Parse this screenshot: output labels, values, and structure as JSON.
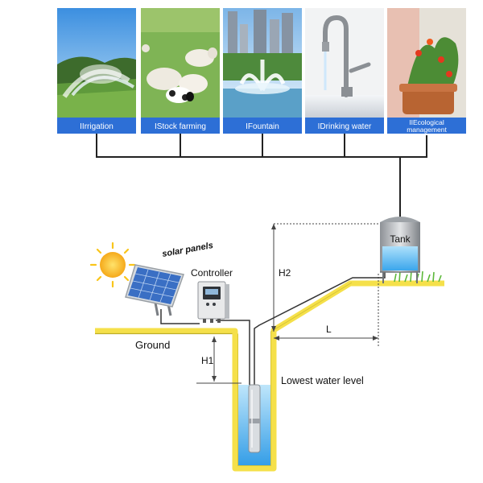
{
  "applications": [
    {
      "label": "IIrrigation"
    },
    {
      "label": "IStock farming"
    },
    {
      "label": "IFountain"
    },
    {
      "label": "IDrinking water"
    },
    {
      "label_line1": "IIEcological",
      "label_line2": "management"
    }
  ],
  "labels": {
    "tank": "Tank",
    "solar_panels": "solar panels",
    "controller": "Controller",
    "ground": "Ground",
    "h1": "H1",
    "h2": "H2",
    "l": "L",
    "lowest_water_level": "Lowest water level"
  },
  "colors": {
    "ground": "#f5e04a",
    "caption_bar": "#2d6fd6",
    "water": "#4fb4ef",
    "wire": "#333333",
    "sun": "#f9c51a",
    "panel": "#3a6fc4",
    "grass": "#5cb83a"
  },
  "icons": [
    "sun-icon",
    "solar-panel-icon",
    "controller-icon",
    "tank-icon",
    "pump-icon",
    "grass-icon"
  ]
}
